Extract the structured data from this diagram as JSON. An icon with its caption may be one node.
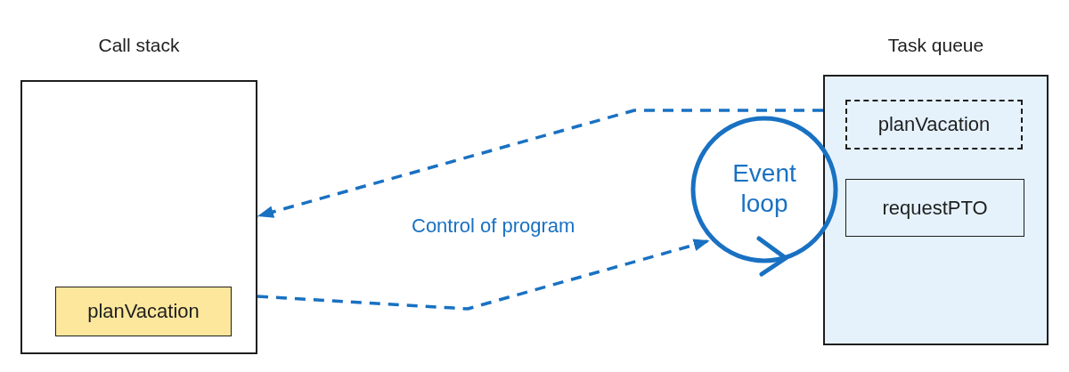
{
  "diagram": {
    "nodes": [
      {
        "text": [
          "Call stack"
        ]
      },
      {
        "text": [
          "planVacation"
        ],
        "in": 0
      },
      {
        "text": [
          "Event loop"
        ]
      },
      {
        "text": [
          "Task queue"
        ]
      },
      {
        "text": [
          "planVacation"
        ],
        "in": 3
      },
      {
        "text": [
          "requestPTO"
        ],
        "in": 3
      }
    ],
    "edges": [
      {
        "from": 3,
        "to": 0,
        "arrow": "to",
        "style": "dashed"
      },
      {
        "from": 0,
        "to": 2,
        "arrow": "to",
        "style": "dashed"
      }
    ],
    "labels": [
      "Control of program"
    ]
  }
}
